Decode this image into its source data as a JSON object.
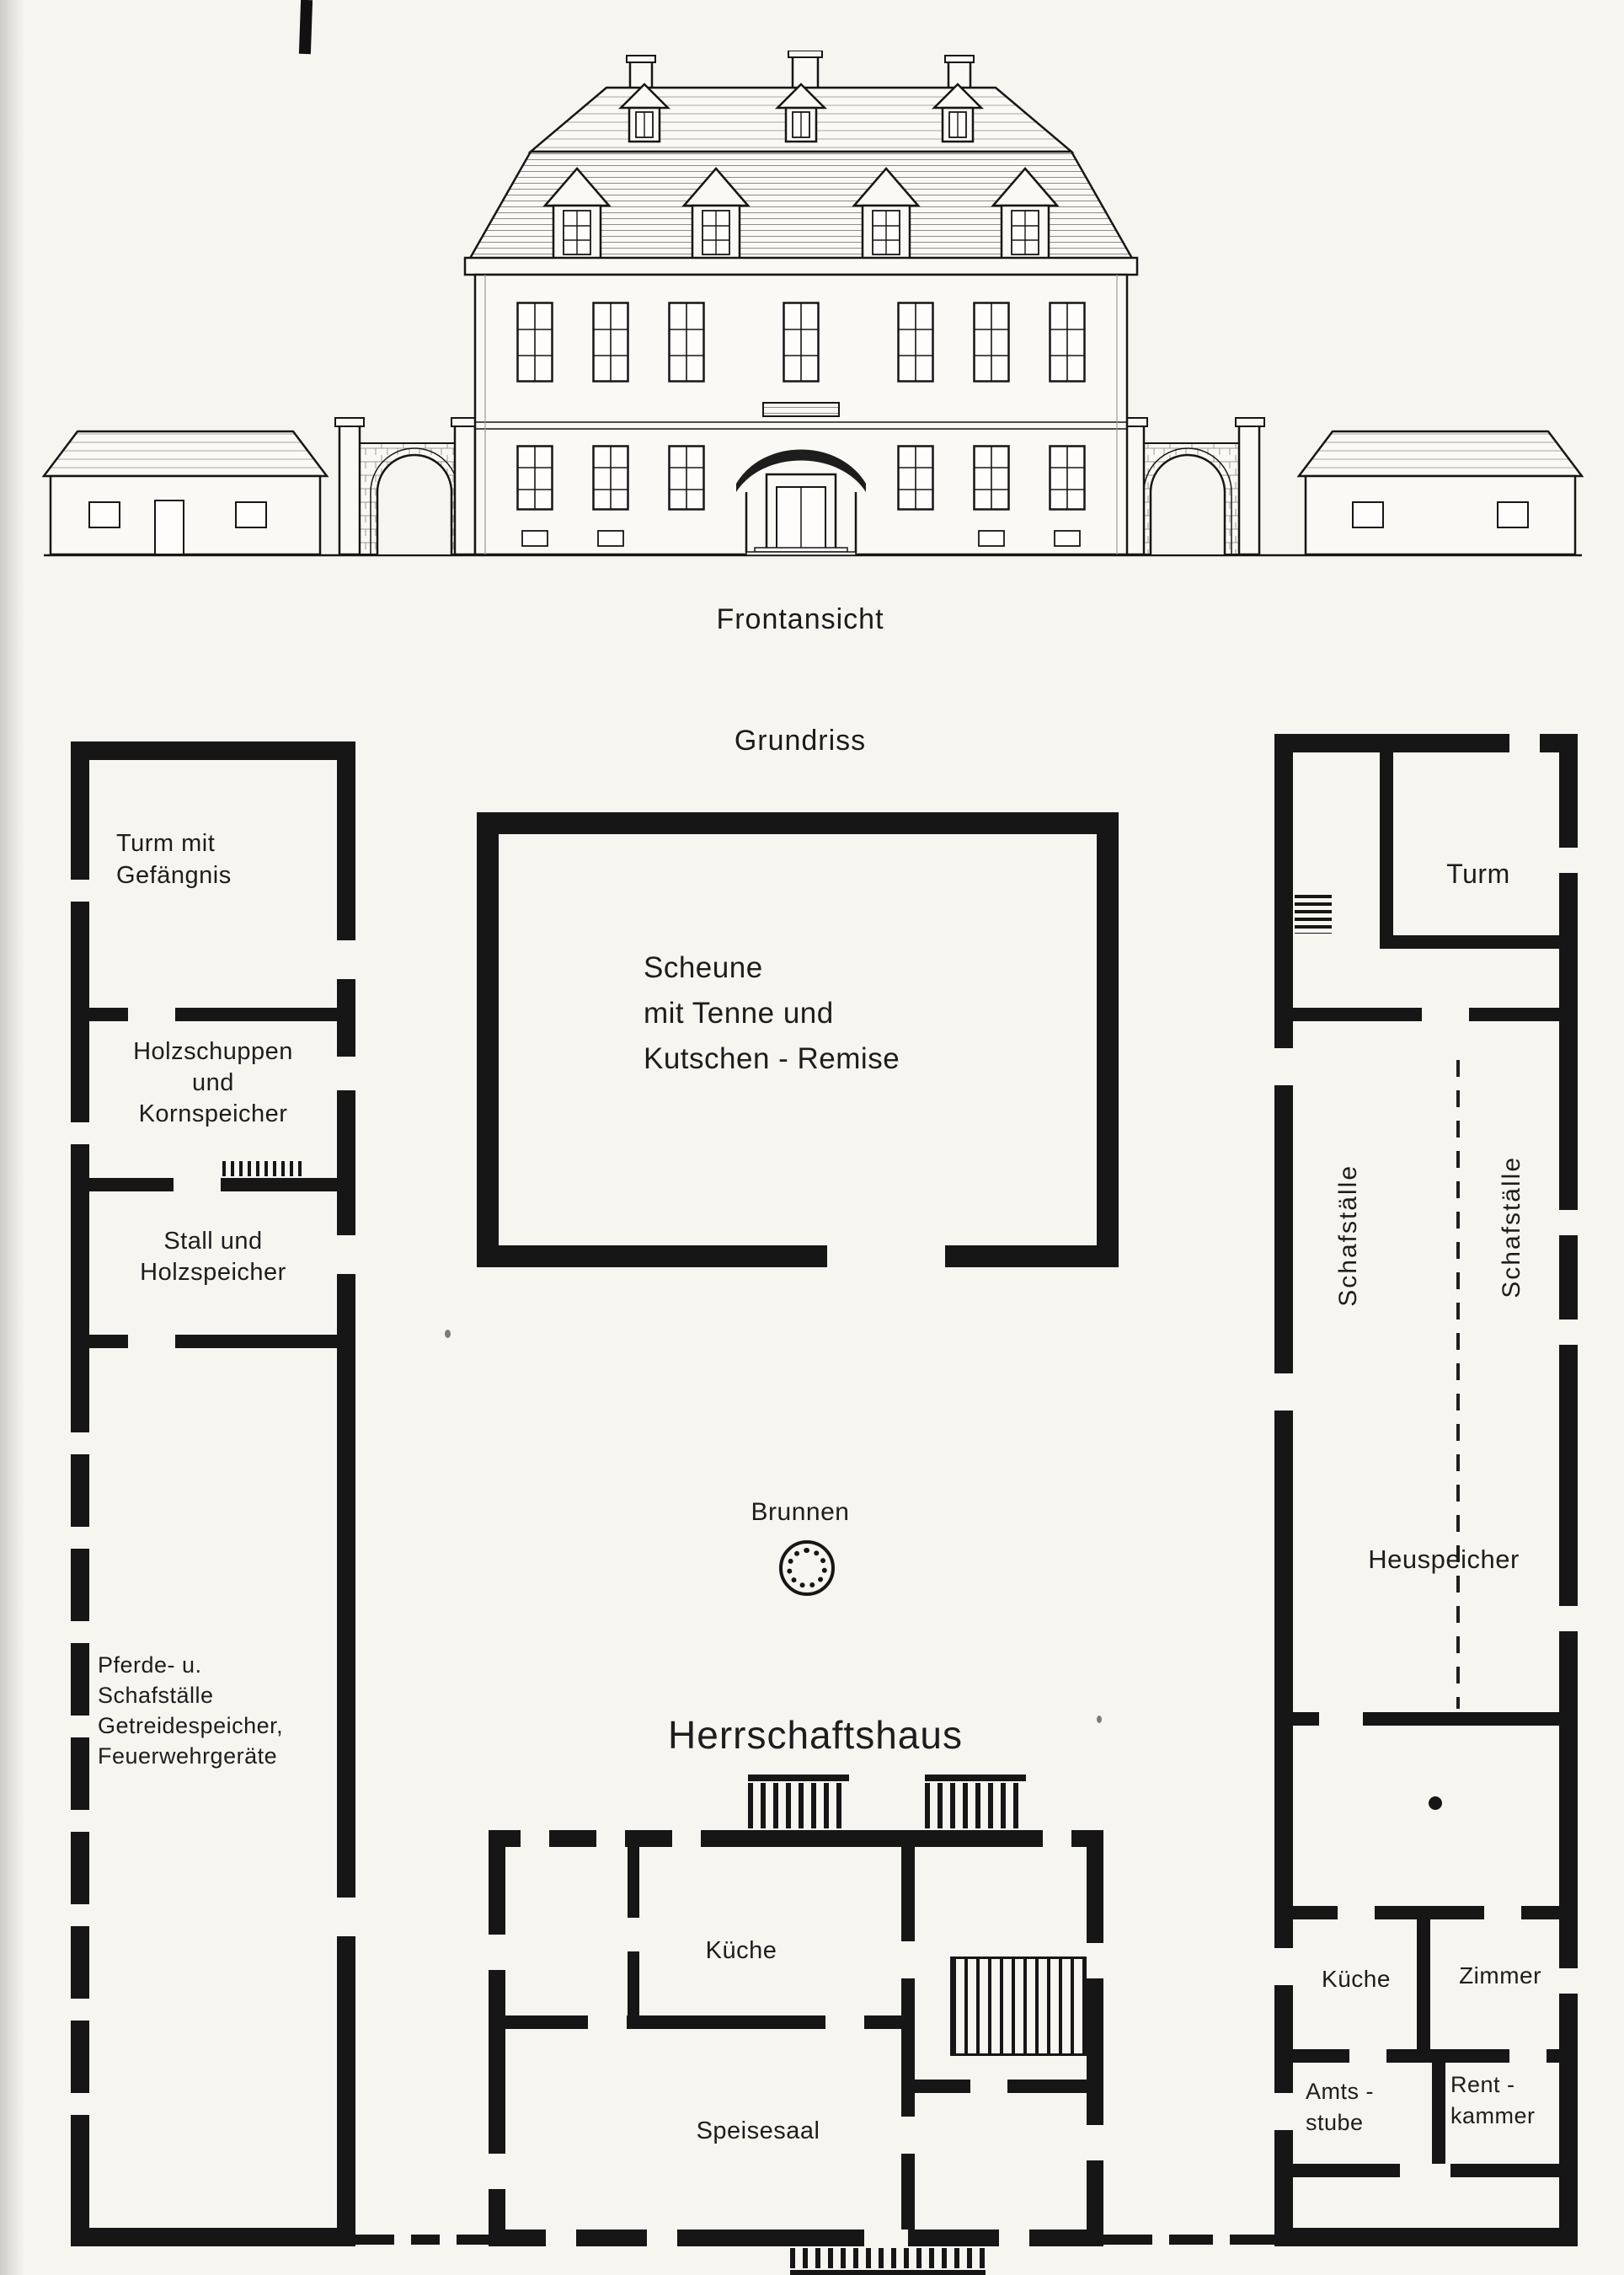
{
  "colors": {
    "paper": "#f6f5f0",
    "ink": "#161616"
  },
  "elevation": {
    "caption": "Frontansicht"
  },
  "plan": {
    "title": "Grundriss",
    "left_wing": {
      "turm": "Turm mit\nGefängnis",
      "holz": "Holzschuppen\nund\nKornspeicher",
      "stall": "Stall und\nHolzspeicher",
      "pferde": "Pferde- u.\nSchafställe\nGetreidespeicher,\nFeuerwehrgeräte"
    },
    "scheune": {
      "label": "Scheune\nmit Tenne und\nKutschen - Remise"
    },
    "courtyard": {
      "brunnen": "Brunnen",
      "herrschaftshaus": "Herrschaftshaus"
    },
    "manor": {
      "kueche": "Küche",
      "speisesaal": "Speisesaal"
    },
    "right_wing": {
      "turm": "Turm",
      "schaf_left": "Schafställe",
      "schaf_right": "Schafställe",
      "heuspeicher": "Heuspeicher",
      "kueche": "Küche",
      "zimmer": "Zimmer",
      "amtsstube": "Amts -\nstube",
      "rentkammer": "Rent -\nkammer"
    }
  }
}
